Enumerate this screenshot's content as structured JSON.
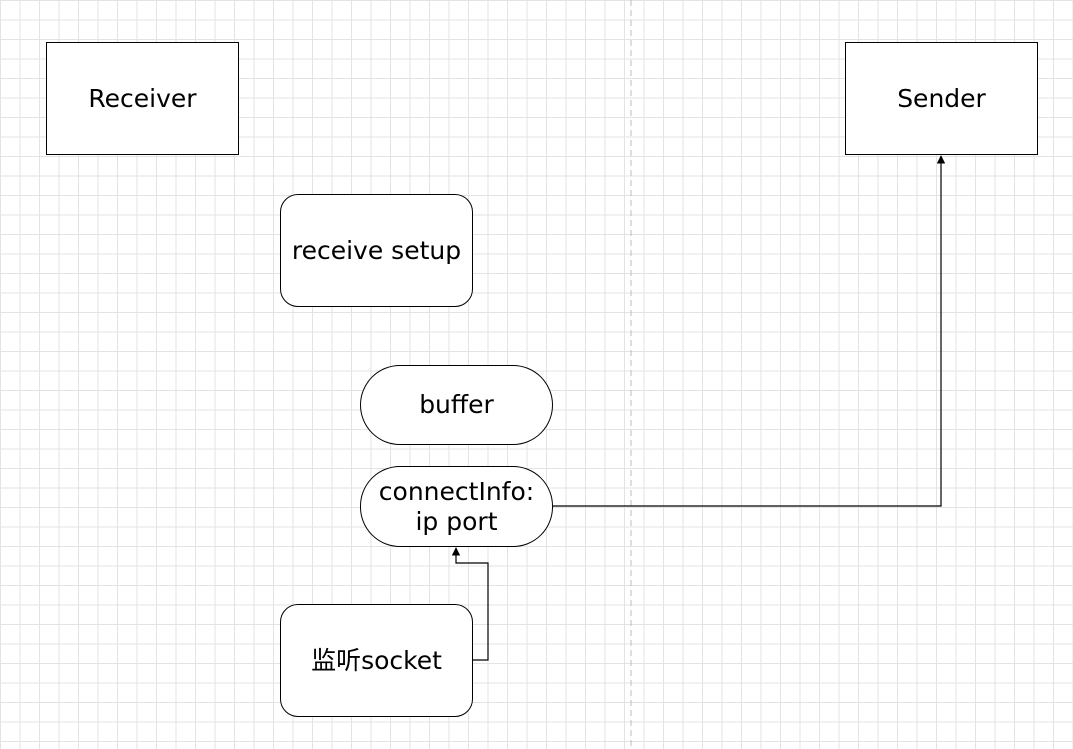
{
  "nodes": {
    "receiver": {
      "label": "Receiver"
    },
    "sender": {
      "label": "Sender"
    },
    "receive_setup": {
      "label": "receive setup"
    },
    "buffer": {
      "label": "buffer"
    },
    "connect_info": {
      "line1": "connectInfo:",
      "line2": "ip port"
    },
    "listen_socket": {
      "label": "监听socket"
    }
  },
  "edges": [
    {
      "from": "listen_socket",
      "to": "connect_info"
    },
    {
      "from": "connect_info",
      "to": "sender"
    }
  ],
  "colors": {
    "stroke": "#000000",
    "background": "#ffffff",
    "grid": "#e3e3e3",
    "divider": "#bdbdbd"
  }
}
